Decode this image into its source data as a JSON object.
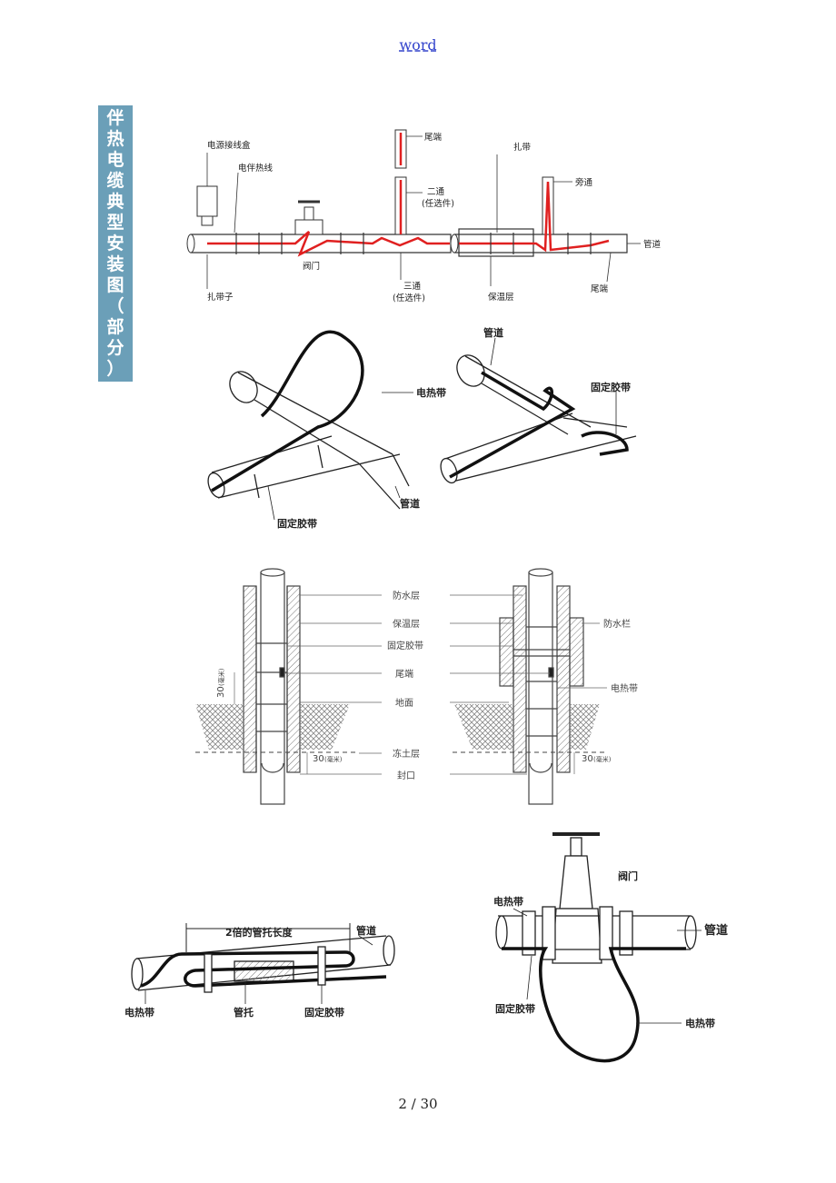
{
  "header": {
    "link_text": "word"
  },
  "side_title": {
    "chars": [
      "伴",
      "热",
      "电",
      "缆",
      "典",
      "型",
      "安",
      "装",
      "图",
      "（",
      "部",
      "分",
      "）"
    ]
  },
  "figure1": {
    "labels": {
      "power_box": "电源接线盒",
      "heat_cable": "电伴热线",
      "tail_top": "尾端",
      "tee2": "二通",
      "optional1": "(任选件)",
      "tie": "扎带",
      "side_pass": "旁通",
      "pipe": "管道",
      "valve": "阀门",
      "tie_clip": "扎带子",
      "tee3": "三通",
      "optional2": "(任选件)",
      "insulation": "保温层",
      "tail_end": "尾端"
    }
  },
  "figure2": {
    "labels": {
      "heat_band": "电热带",
      "pipe_bottom": "管道",
      "fix_tape_left": "固定胶带",
      "pipe_top": "管道",
      "fix_tape_right": "固定胶带"
    }
  },
  "figure3": {
    "labels": {
      "waterproof": "防水层",
      "insulation": "保温层",
      "fix_tape": "固定胶带",
      "tail": "尾端",
      "ground": "地面",
      "frozen": "冻土层",
      "seal": "封口",
      "waterproof_bar": "防水栏",
      "heat_band": "电热带",
      "dim_left": "30",
      "dim_left_unit": "(毫米)",
      "dim_center": "30",
      "dim_center_unit": "(毫米)",
      "dim_right": "30",
      "dim_right_unit": "(毫米)"
    }
  },
  "figure4": {
    "labels": {
      "double_length": "2倍的管托长度",
      "pipe": "管道",
      "heat_band": "电热带",
      "support": "管托",
      "fix_tape": "固定胶带"
    }
  },
  "figure5": {
    "labels": {
      "valve": "阀门",
      "heat_band_top": "电热带",
      "pipe": "管道",
      "fix_tape": "固定胶带",
      "heat_band_right": "电热带"
    }
  },
  "footer": {
    "page": "2  / 30"
  }
}
